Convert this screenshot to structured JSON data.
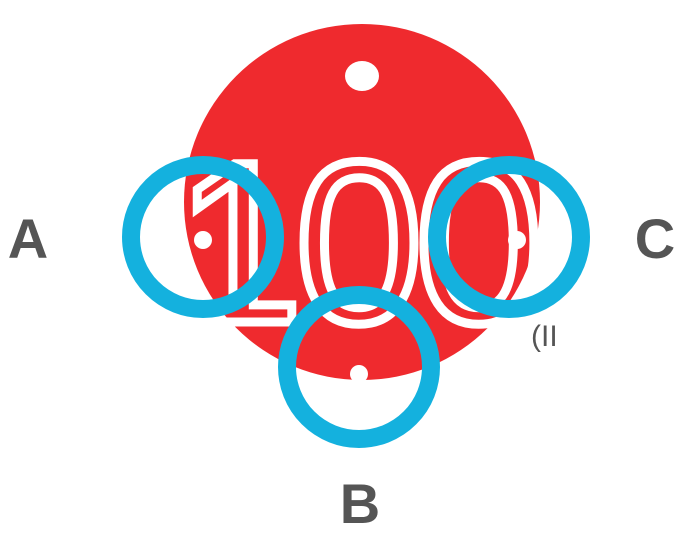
{
  "tag": {
    "number": "100",
    "color": "#ef2a2e",
    "number_color": "#ffffff"
  },
  "markers": [
    {
      "label": "A"
    },
    {
      "label": "B"
    },
    {
      "label": "C"
    }
  ],
  "ring_color": "#14b1de",
  "label_color": "#555555",
  "small_text": "(II"
}
